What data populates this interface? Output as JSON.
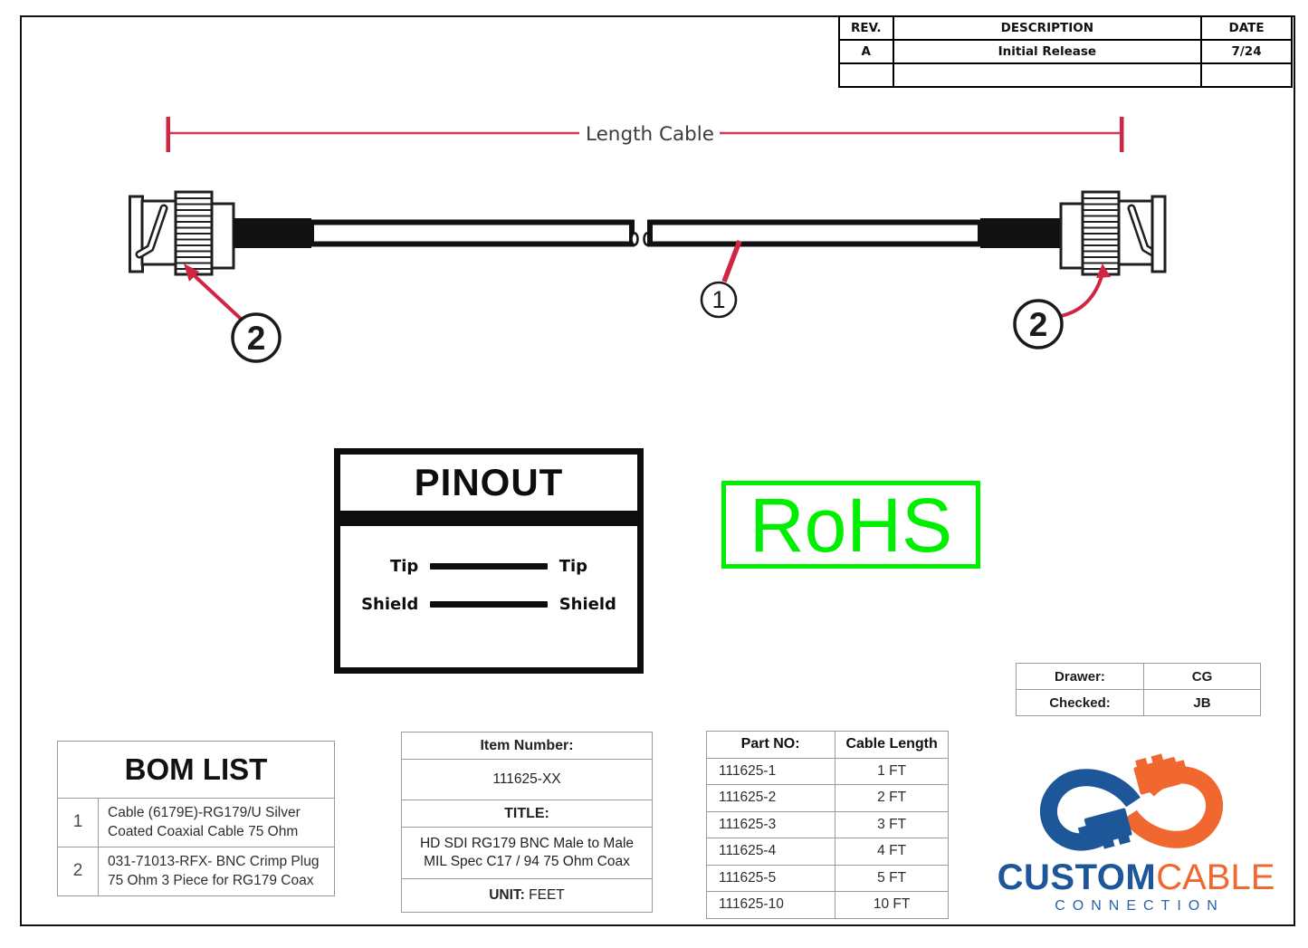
{
  "revision_table": {
    "headers": [
      "REV.",
      "DESCRIPTION",
      "DATE"
    ],
    "rows": [
      {
        "rev": "A",
        "description": "Initial Release",
        "date": "7/24"
      },
      {
        "rev": "",
        "description": "",
        "date": ""
      }
    ]
  },
  "drawing": {
    "dimension_label": "Length Cable",
    "callout_cable": "1",
    "callout_connector_left": "2",
    "callout_connector_right": "2"
  },
  "pinout": {
    "title": "PINOUT",
    "rows": [
      {
        "left": "Tip",
        "right": "Tip"
      },
      {
        "left": "Shield",
        "right": "Shield"
      }
    ]
  },
  "rohs": {
    "label": "RoHS",
    "color": "#00ef00"
  },
  "approval": {
    "drawer_label": "Drawer:",
    "drawer_value": "CG",
    "checked_label": "Checked:",
    "checked_value": "JB"
  },
  "bom": {
    "title": "BOM LIST",
    "items": [
      {
        "no": "1",
        "description": "Cable (6179E)-RG179/U Silver Coated Coaxial Cable 75 Ohm"
      },
      {
        "no": "2",
        "description": "031-71013-RFX- BNC Crimp Plug 75 Ohm 3 Piece for RG179 Coax"
      }
    ]
  },
  "item_info": {
    "item_number_label": "Item Number:",
    "item_number": "111625-XX",
    "title_label": "TITLE:",
    "title": "HD SDI RG179 BNC Male to Male MIL Spec C17 / 94 75 Ohm Coax",
    "unit_label": "UNIT:",
    "unit": "FEET"
  },
  "parts": {
    "headers": [
      "Part NO:",
      "Cable Length"
    ],
    "rows": [
      {
        "part": "111625-1",
        "length": "1 FT"
      },
      {
        "part": "111625-2",
        "length": "2 FT"
      },
      {
        "part": "111625-3",
        "length": "3 FT"
      },
      {
        "part": "111625-4",
        "length": "4 FT"
      },
      {
        "part": "111625-5",
        "length": "5 FT"
      },
      {
        "part": "111625-10",
        "length": "10 FT"
      }
    ]
  },
  "logo": {
    "word1": "CUSTOM",
    "word2": "CABLE",
    "word3": "CONNECTION",
    "blue": "#1d5799",
    "orange": "#f0682f"
  },
  "colors": {
    "dimension_red": "#d63a50",
    "leader_red": "#cf2643",
    "line_black": "#1f1f1f"
  }
}
